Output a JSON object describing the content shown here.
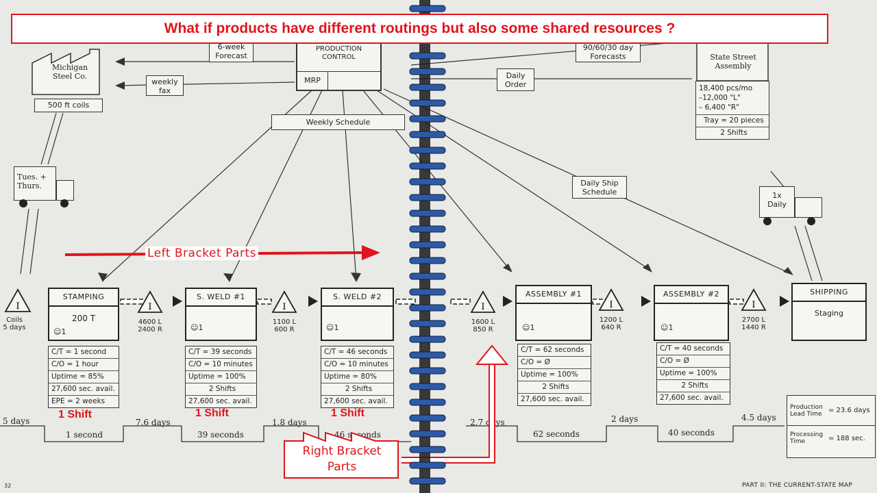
{
  "banner": "What if products have different routings but also some shared resources ?",
  "supplier": {
    "name_line1": "Michigan",
    "name_line2": "Steel Co.",
    "coils": "500 ft coils"
  },
  "forecast_left": {
    "line1": "6-week",
    "line2": "Forecast"
  },
  "weekly_fax": {
    "line1": "weekly",
    "line2": "fax"
  },
  "production_control": {
    "line1": "PRODUCTION",
    "line2": "CONTROL",
    "mrp": "MRP"
  },
  "forecast_right": {
    "line1": "90/60/30 day",
    "line2": "Forecasts"
  },
  "daily_order": {
    "line1": "Daily",
    "line2": "Order"
  },
  "customer": {
    "line1": "State Street",
    "line2": "Assembly",
    "rows": [
      "18,400 pcs/mo",
      "–12,000 \"L\"",
      "– 6,400 \"R\"",
      "Tray = 20 pieces",
      "2 Shifts"
    ]
  },
  "weekly_schedule": "Weekly Schedule",
  "daily_ship_schedule": {
    "line1": "Daily Ship",
    "line2": "Schedule"
  },
  "truck_left": {
    "line1": "Tues. +",
    "line2": "Thurs."
  },
  "truck_right": {
    "line1": "1x",
    "line2": "Daily"
  },
  "coils_inv": {
    "line1": "Coils",
    "line2": "5 days"
  },
  "left_bracket_label": "Left Bracket Parts",
  "right_bracket_label": {
    "line1": "Right Bracket",
    "line2": "Parts"
  },
  "processes": [
    {
      "title": "STAMPING",
      "sub": "200 T",
      "op": "☺1",
      "rows": [
        "C/T = 1 second",
        "C/O = 1 hour",
        "Uptime = 85%",
        "27,600 sec. avail.",
        "EPE = 2 weeks"
      ]
    },
    {
      "title": "S. WELD #1",
      "sub": "",
      "op": "☺1",
      "rows": [
        "C/T = 39 seconds",
        "C/O = 10 minutes",
        "Uptime = 100%",
        "2 Shifts",
        "27,600 sec. avail."
      ]
    },
    {
      "title": "S. WELD #2",
      "sub": "",
      "op": "☺1",
      "rows": [
        "C/T = 46 seconds",
        "C/O = 10 minutes",
        "Uptime = 80%",
        "2 Shifts",
        "27,600 sec. avail."
      ]
    },
    {
      "title": "ASSEMBLY #1",
      "sub": "",
      "op": "☺1",
      "rows": [
        "C/T = 62 seconds",
        "C/O = Ø",
        "Uptime = 100%",
        "2 Shifts",
        "27,600 sec. avail."
      ]
    },
    {
      "title": "ASSEMBLY #2",
      "sub": "",
      "op": "☺1",
      "rows": [
        "C/T = 40 seconds",
        "C/O = Ø",
        "Uptime = 100%",
        "2 Shifts",
        "27,600 sec. avail."
      ]
    },
    {
      "title": "SHIPPING",
      "sub": "Staging",
      "op": "",
      "rows": []
    }
  ],
  "inventory": [
    {
      "l": "4600 L",
      "r": "2400 R"
    },
    {
      "l": "1100 L",
      "r": "600 R"
    },
    {
      "l": "1600 L",
      "r": "850 R"
    },
    {
      "l": "1200 L",
      "r": "640 R"
    },
    {
      "l": "2700 L",
      "r": "1440 R"
    }
  ],
  "shift_notes": [
    "1 Shift",
    "1 Shift",
    "1 Shift"
  ],
  "timeline": {
    "days": [
      "5 days",
      "7.6 days",
      "1.8 days",
      "2.7 days",
      "2 days",
      "4.5 days"
    ],
    "seconds": [
      "1 second",
      "39 seconds",
      "46 seconds",
      "62 seconds",
      "40 seconds"
    ],
    "lead_label": "Production Lead Time",
    "lead_value": "= 23.6 days",
    "proc_label": "Processing Time",
    "proc_value": "= 188 sec."
  },
  "page_number": "32",
  "footer": "PART II: THE CURRENT-STATE MAP"
}
